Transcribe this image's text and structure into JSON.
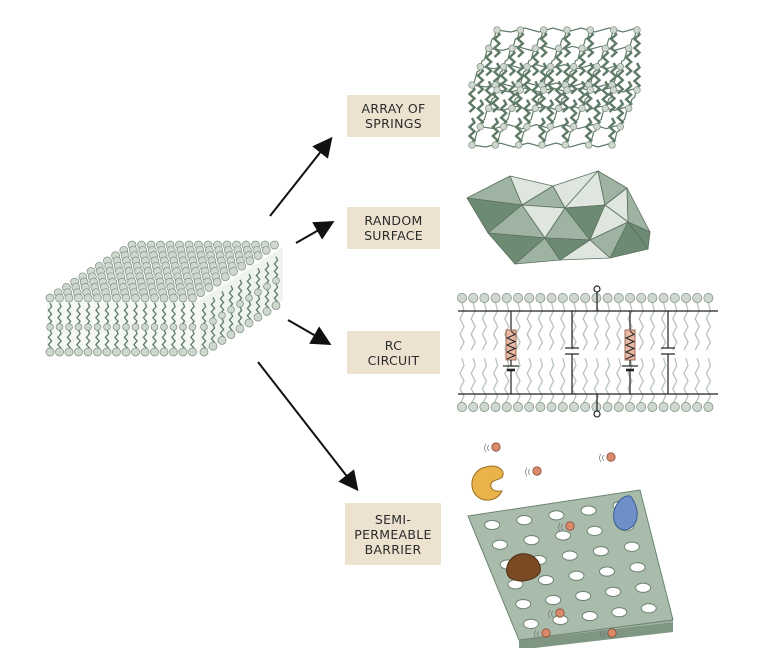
{
  "diagram": {
    "colors": {
      "head": "#cfd8cf",
      "head_stroke": "#7d8d80",
      "tail": "#5f7a66",
      "facet_dark": "#6d8a72",
      "facet_mid": "#9fb3a2",
      "facet_light": "#dfe6df",
      "plate": "#a9bcab",
      "label_bg": "#ede2d0",
      "ion": "#d98a6a",
      "protein_yellow": "#e9b24a",
      "protein_blue": "#6f8fc9",
      "protein_brown": "#7a4a25",
      "arrow": "#111111"
    },
    "source_icon": "lipid-bilayer-block",
    "models": [
      {
        "id": "springs",
        "label": "ARRAY OF\nSPRINGS",
        "icon": "spring-lattice-icon"
      },
      {
        "id": "surface",
        "label": "RANDOM\nSURFACE",
        "icon": "triangulated-surface-icon"
      },
      {
        "id": "circuit",
        "label": "RC\nCIRCUIT",
        "icon": "rc-circuit-membrane-icon"
      },
      {
        "id": "barrier",
        "label": "SEMI-\nPERMEABLE\nBARRIER",
        "icon": "perforated-plate-icon"
      }
    ]
  }
}
